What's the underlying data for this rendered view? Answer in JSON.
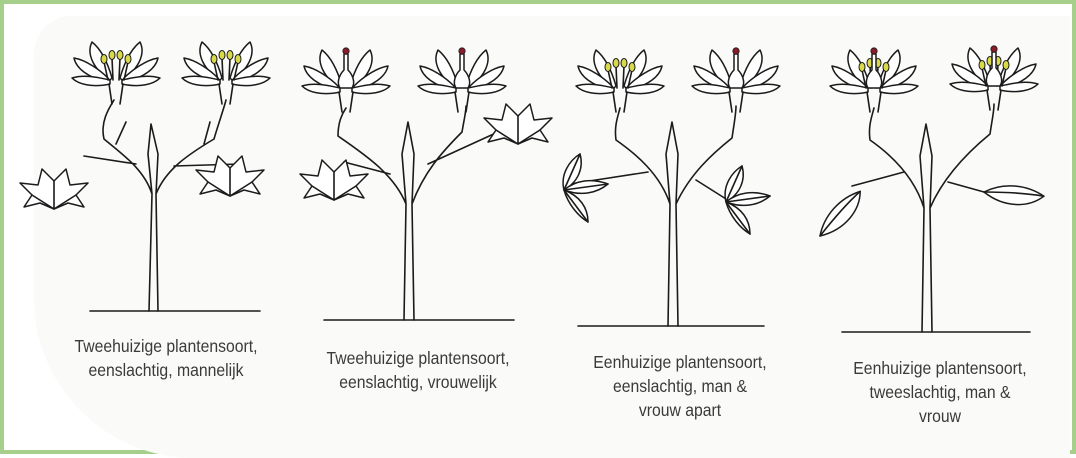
{
  "panels": [
    {
      "flower_type": "male",
      "leaf_type": "palmate",
      "stamen_color": "#d9d94a",
      "caption_lines": [
        "Tweehuizige plantensoort,",
        "eenslachtig, mannelijk"
      ]
    },
    {
      "flower_type": "female",
      "leaf_type": "palmate",
      "pistil_color": "#8a1c2a",
      "caption_lines": [
        "Tweehuizige plantensoort,",
        "eenslachtig, vrouwelijk"
      ]
    },
    {
      "flower_type": "male-and-female-separate",
      "leaf_type": "trifoliate",
      "caption_lines": [
        "Eenhuizige plantensoort,",
        "eenslachtig, man &",
        "vrouw apart"
      ]
    },
    {
      "flower_type": "bisexual",
      "leaf_type": "simple",
      "caption_lines": [
        "Eenhuizige plantensoort,",
        "tweeslachtig, man &",
        "vrouw"
      ]
    }
  ],
  "colors": {
    "border": "#a7cf8c",
    "stamen": "#d9d94a",
    "pistil": "#8a1c2a",
    "ink": "#1b1b1b",
    "caption": "#3a3a3a"
  }
}
